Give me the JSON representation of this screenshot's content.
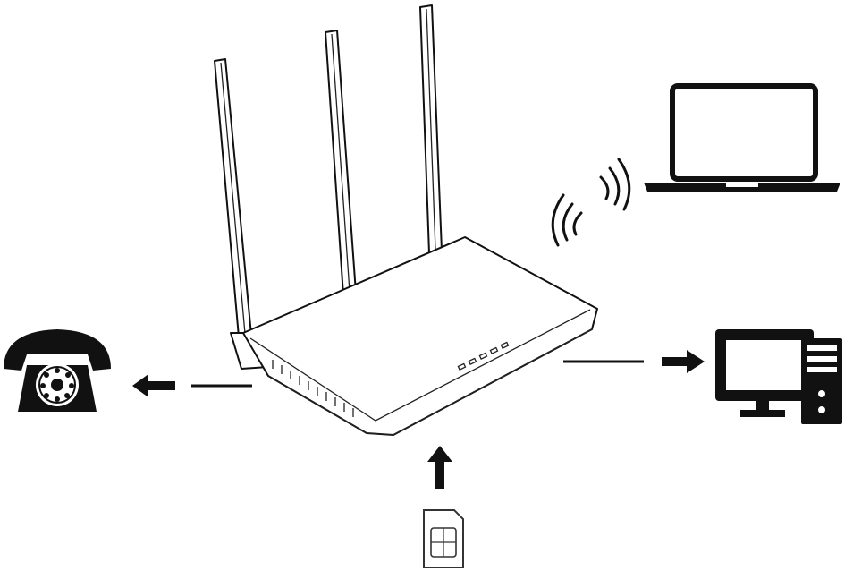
{
  "diagram": {
    "colors": {
      "ink": "#111111",
      "paper": "#ffffff",
      "device_shade": "#e9e9e9"
    },
    "nodes": [
      {
        "id": "router",
        "icon": "wireless-router-icon"
      },
      {
        "id": "telephone",
        "icon": "rotary-telephone-icon"
      },
      {
        "id": "laptop",
        "icon": "laptop-icon"
      },
      {
        "id": "desktop",
        "icon": "desktop-computer-icon"
      },
      {
        "id": "sim",
        "icon": "sim-card-icon"
      },
      {
        "id": "wifi",
        "icon": "wifi-signal-icon"
      }
    ],
    "edges": [
      {
        "from": "router",
        "to": "telephone",
        "style": "arrow"
      },
      {
        "from": "router",
        "to": "desktop",
        "style": "arrow"
      },
      {
        "from": "sim",
        "to": "router",
        "style": "arrow"
      },
      {
        "from": "router",
        "to": "laptop",
        "style": "wireless"
      }
    ]
  }
}
